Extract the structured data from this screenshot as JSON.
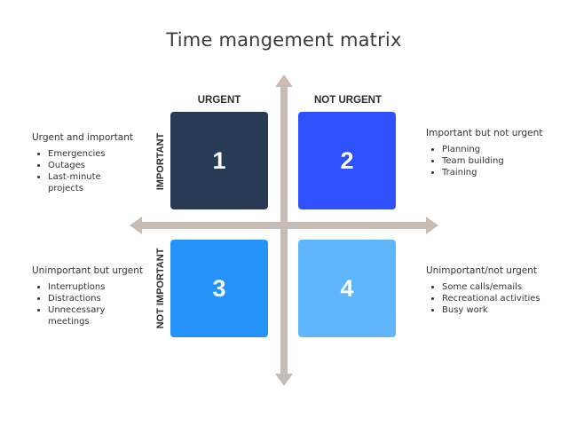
{
  "title": "Time mangement matrix",
  "columns": {
    "urgent": "URGENT",
    "not_urgent": "NOT URGENT"
  },
  "rows": {
    "important": "IMPORTANT",
    "not_important": "NOT IMPORTANT"
  },
  "quadrants": [
    {
      "number": "1",
      "color": "#273b55"
    },
    {
      "number": "2",
      "color": "#2f51fb"
    },
    {
      "number": "3",
      "color": "#2592f7"
    },
    {
      "number": "4",
      "color": "#5fb6fb"
    }
  ],
  "descriptions": [
    {
      "title": "Urgent and important",
      "items": [
        "Emergencies",
        "Outages",
        "Last-minute projects"
      ]
    },
    {
      "title": "Important but not urgent",
      "items": [
        "Planning",
        "Team building",
        "Training"
      ]
    },
    {
      "title": "Unimportant but urgent",
      "items": [
        "Interruptions",
        "Distractions",
        "Unnecessary meetings"
      ]
    },
    {
      "title": "Unimportant/not urgent",
      "items": [
        "Some calls/emails",
        "Recreational activities",
        "Busy work"
      ]
    }
  ],
  "axis_color": "#c7bdb4"
}
